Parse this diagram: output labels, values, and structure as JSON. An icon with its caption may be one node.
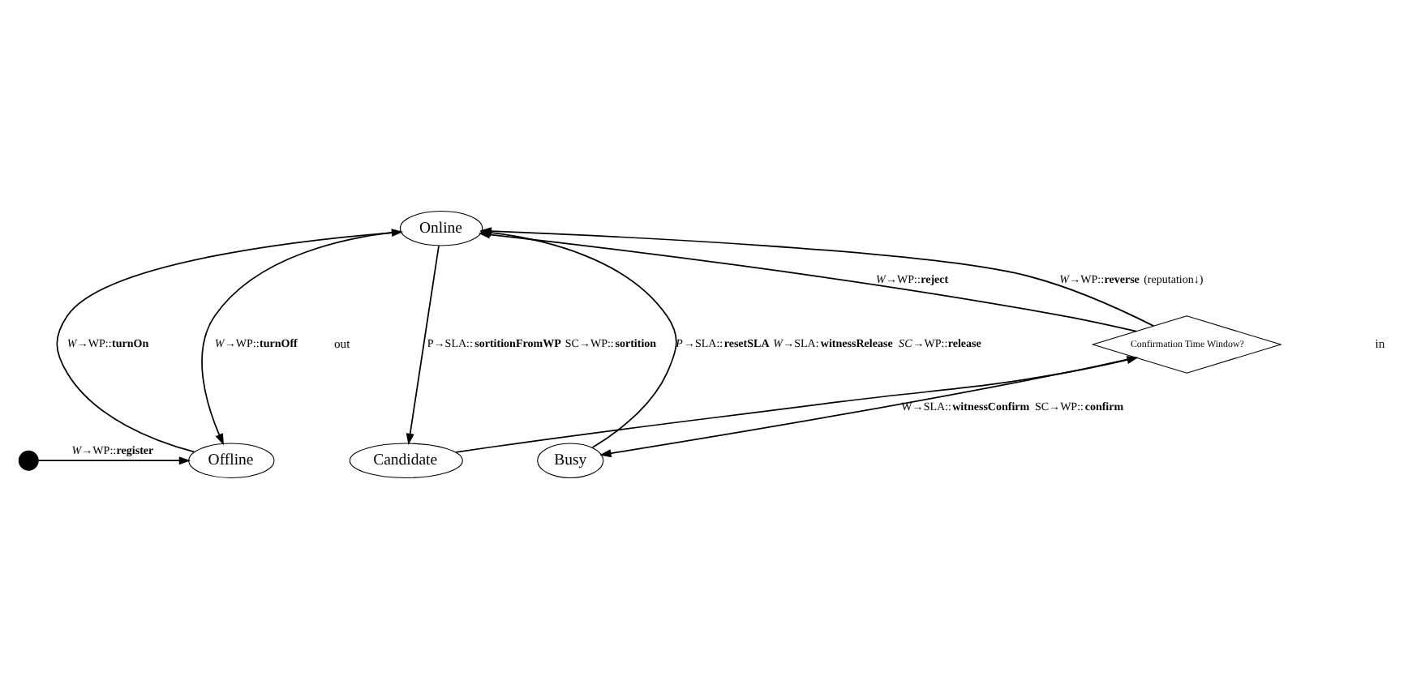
{
  "diagram": {
    "nodes": [
      {
        "text": [
          "Online"
        ]
      },
      {
        "text": [
          "Offline"
        ]
      },
      {
        "text": [
          "Candidate"
        ]
      },
      {
        "text": [
          "Confirmation Time Window?"
        ]
      },
      {
        "text": [
          "Busy"
        ]
      },
      {
        "text": [],
        "shape": "circle"
      }
    ],
    "edges": [
      {
        "from": 5,
        "to": 1,
        "arrow": "to",
        "label": "*W*→WP::**register**"
      },
      {
        "from": 1,
        "to": 0,
        "arrow": "to",
        "label": "*W*→WP::**turnOn**"
      },
      {
        "from": 0,
        "to": 1,
        "arrow": "to",
        "label": "*W*→WP::**turnOff**"
      },
      {
        "from": 0,
        "to": 2,
        "arrow": "to",
        "label": "P→SLA::**sortitionFromWP** SC→WP::**sortition**"
      },
      {
        "from": 2,
        "to": 3,
        "arrow": "to"
      },
      {
        "from": 3,
        "to": 0,
        "arrow": "to",
        "label": "*W*→WP::**reverse** (reputation↓)"
      },
      {
        "from": 3,
        "to": 0,
        "arrow": "to",
        "label": "*W*→WP::**reject**"
      },
      {
        "from": 3,
        "to": 4,
        "arrow": "to",
        "label": "W→SLA::**witnessConfirm** SC→WP::**confirm**"
      },
      {
        "from": 4,
        "to": 0,
        "arrow": "to",
        "label": "*P*→SLA::**resetSLA** *W*→SLA:**witnessRelease** *SC*→WP::**release**"
      }
    ],
    "labels": [
      "out",
      "in"
    ]
  }
}
